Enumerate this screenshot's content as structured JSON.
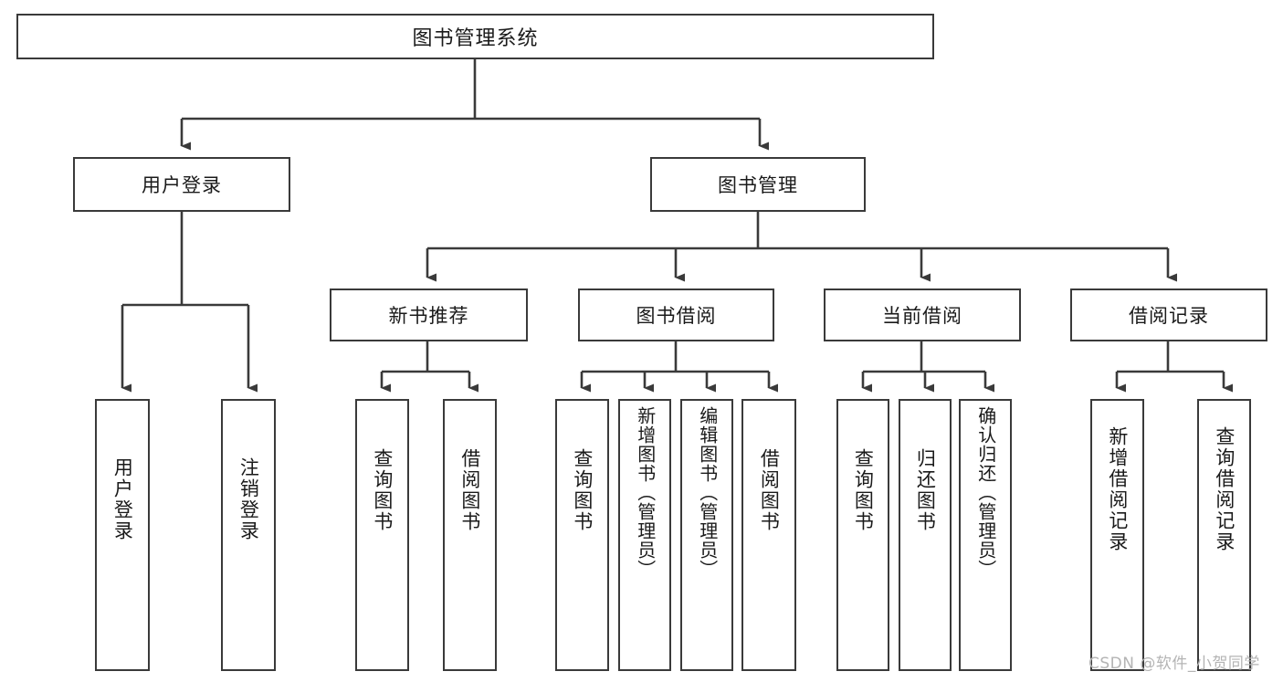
{
  "diagram": {
    "type": "tree-hierarchy",
    "title": "图书管理系统",
    "root": {
      "label": "图书管理系统"
    },
    "level2": [
      {
        "label": "用户登录"
      },
      {
        "label": "图书管理"
      }
    ],
    "level3": [
      {
        "label": "新书推荐"
      },
      {
        "label": "图书借阅"
      },
      {
        "label": "当前借阅"
      },
      {
        "label": "借阅记录"
      }
    ],
    "leaves": [
      {
        "label": "用户登录",
        "parent": "用户登录"
      },
      {
        "label": "注销登录",
        "parent": "用户登录"
      },
      {
        "label": "查询图书",
        "parent": "新书推荐"
      },
      {
        "label": "借阅图书",
        "parent": "新书推荐"
      },
      {
        "label": "查询图书",
        "parent": "图书借阅"
      },
      {
        "label": "新增图书（管理员）",
        "parent": "图书借阅"
      },
      {
        "label": "编辑图书（管理员）",
        "parent": "图书借阅"
      },
      {
        "label": "借阅图书",
        "parent": "图书借阅"
      },
      {
        "label": "查询图书",
        "parent": "当前借阅"
      },
      {
        "label": "归还图书",
        "parent": "当前借阅"
      },
      {
        "label": "确认归还（管理员）",
        "parent": "当前借阅"
      },
      {
        "label": "新增借阅记录",
        "parent": "借阅记录"
      },
      {
        "label": "查询借阅记录",
        "parent": "借阅记录"
      }
    ],
    "watermark": "CSDN @软件_小贺同学",
    "colors": {
      "box_border": "#3a3a3a",
      "box_fill": "#ffffff",
      "connector": "#3a3a3a",
      "text": "#1a1a1a",
      "watermark": "#b4b4b4",
      "background": "#ffffff"
    }
  }
}
